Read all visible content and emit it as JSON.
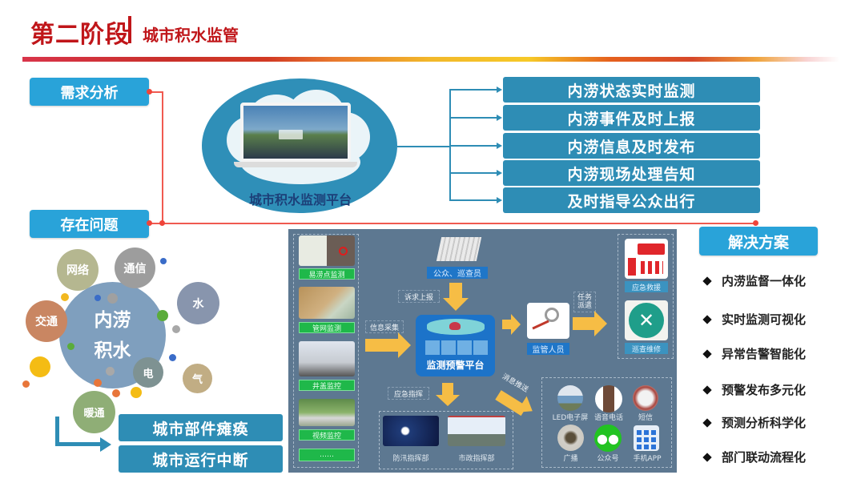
{
  "header": {
    "stage": "第二阶段",
    "topic": "城市积水监管"
  },
  "left": {
    "needs_label": "需求分析",
    "problems_label": "存在问题"
  },
  "platform": {
    "label": "城市积水监测平台"
  },
  "outcomes": [
    "内涝状态实时监测",
    "内涝事件及时上报",
    "内涝信息及时发布",
    "内涝现场处理告知",
    "及时指导公众出行"
  ],
  "bubbles": {
    "center_line1": "内涝",
    "center_line2": "积水",
    "items": [
      {
        "label": "网络",
        "color": "#b5b790"
      },
      {
        "label": "通信",
        "color": "#9d9d9d"
      },
      {
        "label": "水",
        "color": "#8895ad"
      },
      {
        "label": "交通",
        "color": "#c98662"
      },
      {
        "label": "电",
        "color": "#7e9292"
      },
      {
        "label": "气",
        "color": "#c1ad84"
      },
      {
        "label": "暖通",
        "color": "#8fae76"
      }
    ],
    "center_color": "#7f9fbe"
  },
  "consequences": [
    "城市部件瘫痪",
    "城市运行中断"
  ],
  "system": {
    "sensors": [
      {
        "label": "易涝点监测"
      },
      {
        "label": "管网监测"
      },
      {
        "label": "井盖监控"
      },
      {
        "label": "视频监控"
      },
      {
        "label": "……"
      }
    ],
    "public_label": "公众、巡查员",
    "report_note": "诉求上报",
    "collect_note": "信息采集",
    "core_label": "监测预警平台",
    "supervisor_label": "监管人员",
    "dispatch_note": "任务派遣",
    "emergency_note": "应急指挥",
    "push_note": "消息推送",
    "command_centers": [
      {
        "label": "防汛指挥部"
      },
      {
        "label": "市政指挥部"
      }
    ],
    "responders": [
      {
        "label": "应急救援"
      },
      {
        "label": "巡查维修"
      }
    ],
    "channels": [
      {
        "label": "LED电子屏"
      },
      {
        "label": "语音电话"
      },
      {
        "label": "短信"
      },
      {
        "label": "广播"
      },
      {
        "label": "公众号"
      },
      {
        "label": "手机APP"
      }
    ]
  },
  "solutions": {
    "title": "解决方案",
    "items": [
      "内涝监督一体化",
      "实时监测可视化",
      "异常告警智能化",
      "预警发布多元化",
      "预测分析科学化",
      "部门联动流程化"
    ]
  },
  "colors": {
    "title_red": "#c0161a",
    "label_blue": "#29a3d9",
    "outcome_blue": "#2e8db5",
    "connector_red": "#f05a50",
    "panel_bg": "#5d7891",
    "arrow_yellow": "#f6bd45",
    "tag_green": "#1fb84a"
  }
}
